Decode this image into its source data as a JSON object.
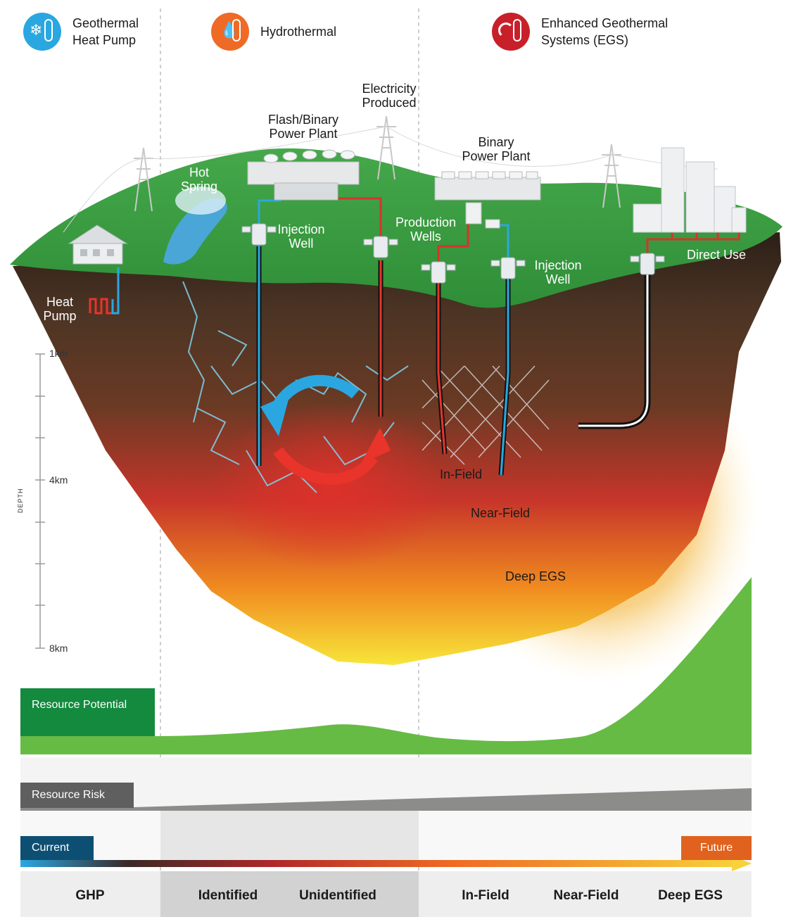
{
  "legend": {
    "ghp": {
      "line1": "Geothermal",
      "line2": "Heat Pump",
      "icon": "snowflake-thermometer-icon",
      "color": "#2aa7e1"
    },
    "hydrothermal": {
      "label": "Hydrothermal",
      "icon": "droplet-thermometer-icon",
      "color": "#ef6a25"
    },
    "egs": {
      "line1": "Enhanced Geothermal",
      "line2": "Systems (EGS)",
      "icon": "heat-waves-thermometer-icon",
      "color": "#c8202a"
    }
  },
  "labels": {
    "electricity": {
      "line1": "Electricity",
      "line2": "Produced"
    },
    "flash_plant": {
      "line1": "Flash/Binary",
      "line2": "Power Plant"
    },
    "binary_plant": {
      "line1": "Binary",
      "line2": "Power Plant"
    },
    "hot_spring": {
      "line1": "Hot",
      "line2": "Spring"
    },
    "injection_well_1": {
      "line1": "Injection",
      "line2": "Well"
    },
    "production_wells": {
      "line1": "Production",
      "line2": "Wells"
    },
    "injection_well_2": {
      "line1": "Injection",
      "line2": "Well"
    },
    "direct_use": "Direct Use",
    "heat_pump": {
      "line1": "Heat",
      "line2": "Pump"
    },
    "in_field": "In-Field",
    "near_field": "Near-Field",
    "deep_egs": "Deep EGS"
  },
  "depth": {
    "title": "DEPTH",
    "ticks": [
      "1km",
      "4km",
      "8km"
    ]
  },
  "bars": {
    "resource_potential": "Resource Potential",
    "resource_risk": "Resource Risk",
    "current": "Current",
    "future": "Future"
  },
  "categories": [
    "GHP",
    "Identified",
    "Unidentified",
    "In-Field",
    "Near-Field",
    "Deep EGS"
  ],
  "colors": {
    "grass": "#3c9a3e",
    "soil": "#4a3324",
    "hot": "#e8342a",
    "warm": "#f6a21c",
    "potential": "#66bb45",
    "potential_dark": "#138a3e",
    "risk": "#8c8c8a",
    "current": "#0d4f73",
    "future": "#e0621e"
  }
}
